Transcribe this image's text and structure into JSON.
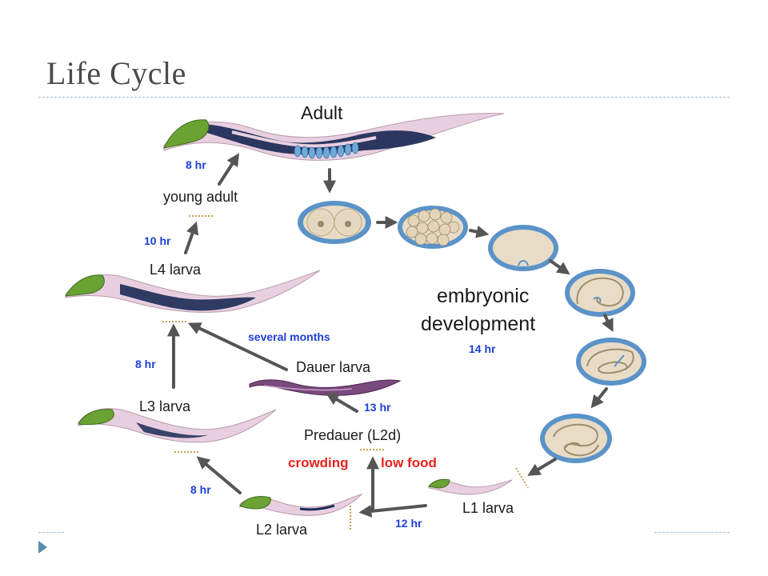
{
  "slide": {
    "title": "Life Cycle"
  },
  "diagram": {
    "stages": {
      "adult": "Adult",
      "young_adult": "young adult",
      "l4": "L4 larva",
      "l3": "L3 larva",
      "l2": "L2 larva",
      "l1": "L1 larva",
      "dauer": "Dauer larva",
      "predauer": "Predauer (L2d)",
      "embryonic_line1": "embryonic",
      "embryonic_line2": "development"
    },
    "durations": {
      "young_to_adult": "8 hr",
      "l4_to_young": "10 hr",
      "l3_to_l4": "8 hr",
      "l2_to_l3": "8 hr",
      "l1_to_l2": "12 hr",
      "predauer_to_dauer": "13 hr",
      "dauer_to_l4": "several months",
      "embryonic": "14 hr"
    },
    "conditions": {
      "crowding": "crowding",
      "low_food": "low food"
    }
  },
  "colors": {
    "time_label": "#1d3fd6",
    "condition_label": "#e8221c",
    "worm_body": "#e8cfe0",
    "worm_gut": "#1b2a55",
    "worm_pharynx": "#6aa334",
    "embryo_shell": "#5b93c8",
    "embryo_fill": "#e8dcc6",
    "arrow": "#555555"
  }
}
